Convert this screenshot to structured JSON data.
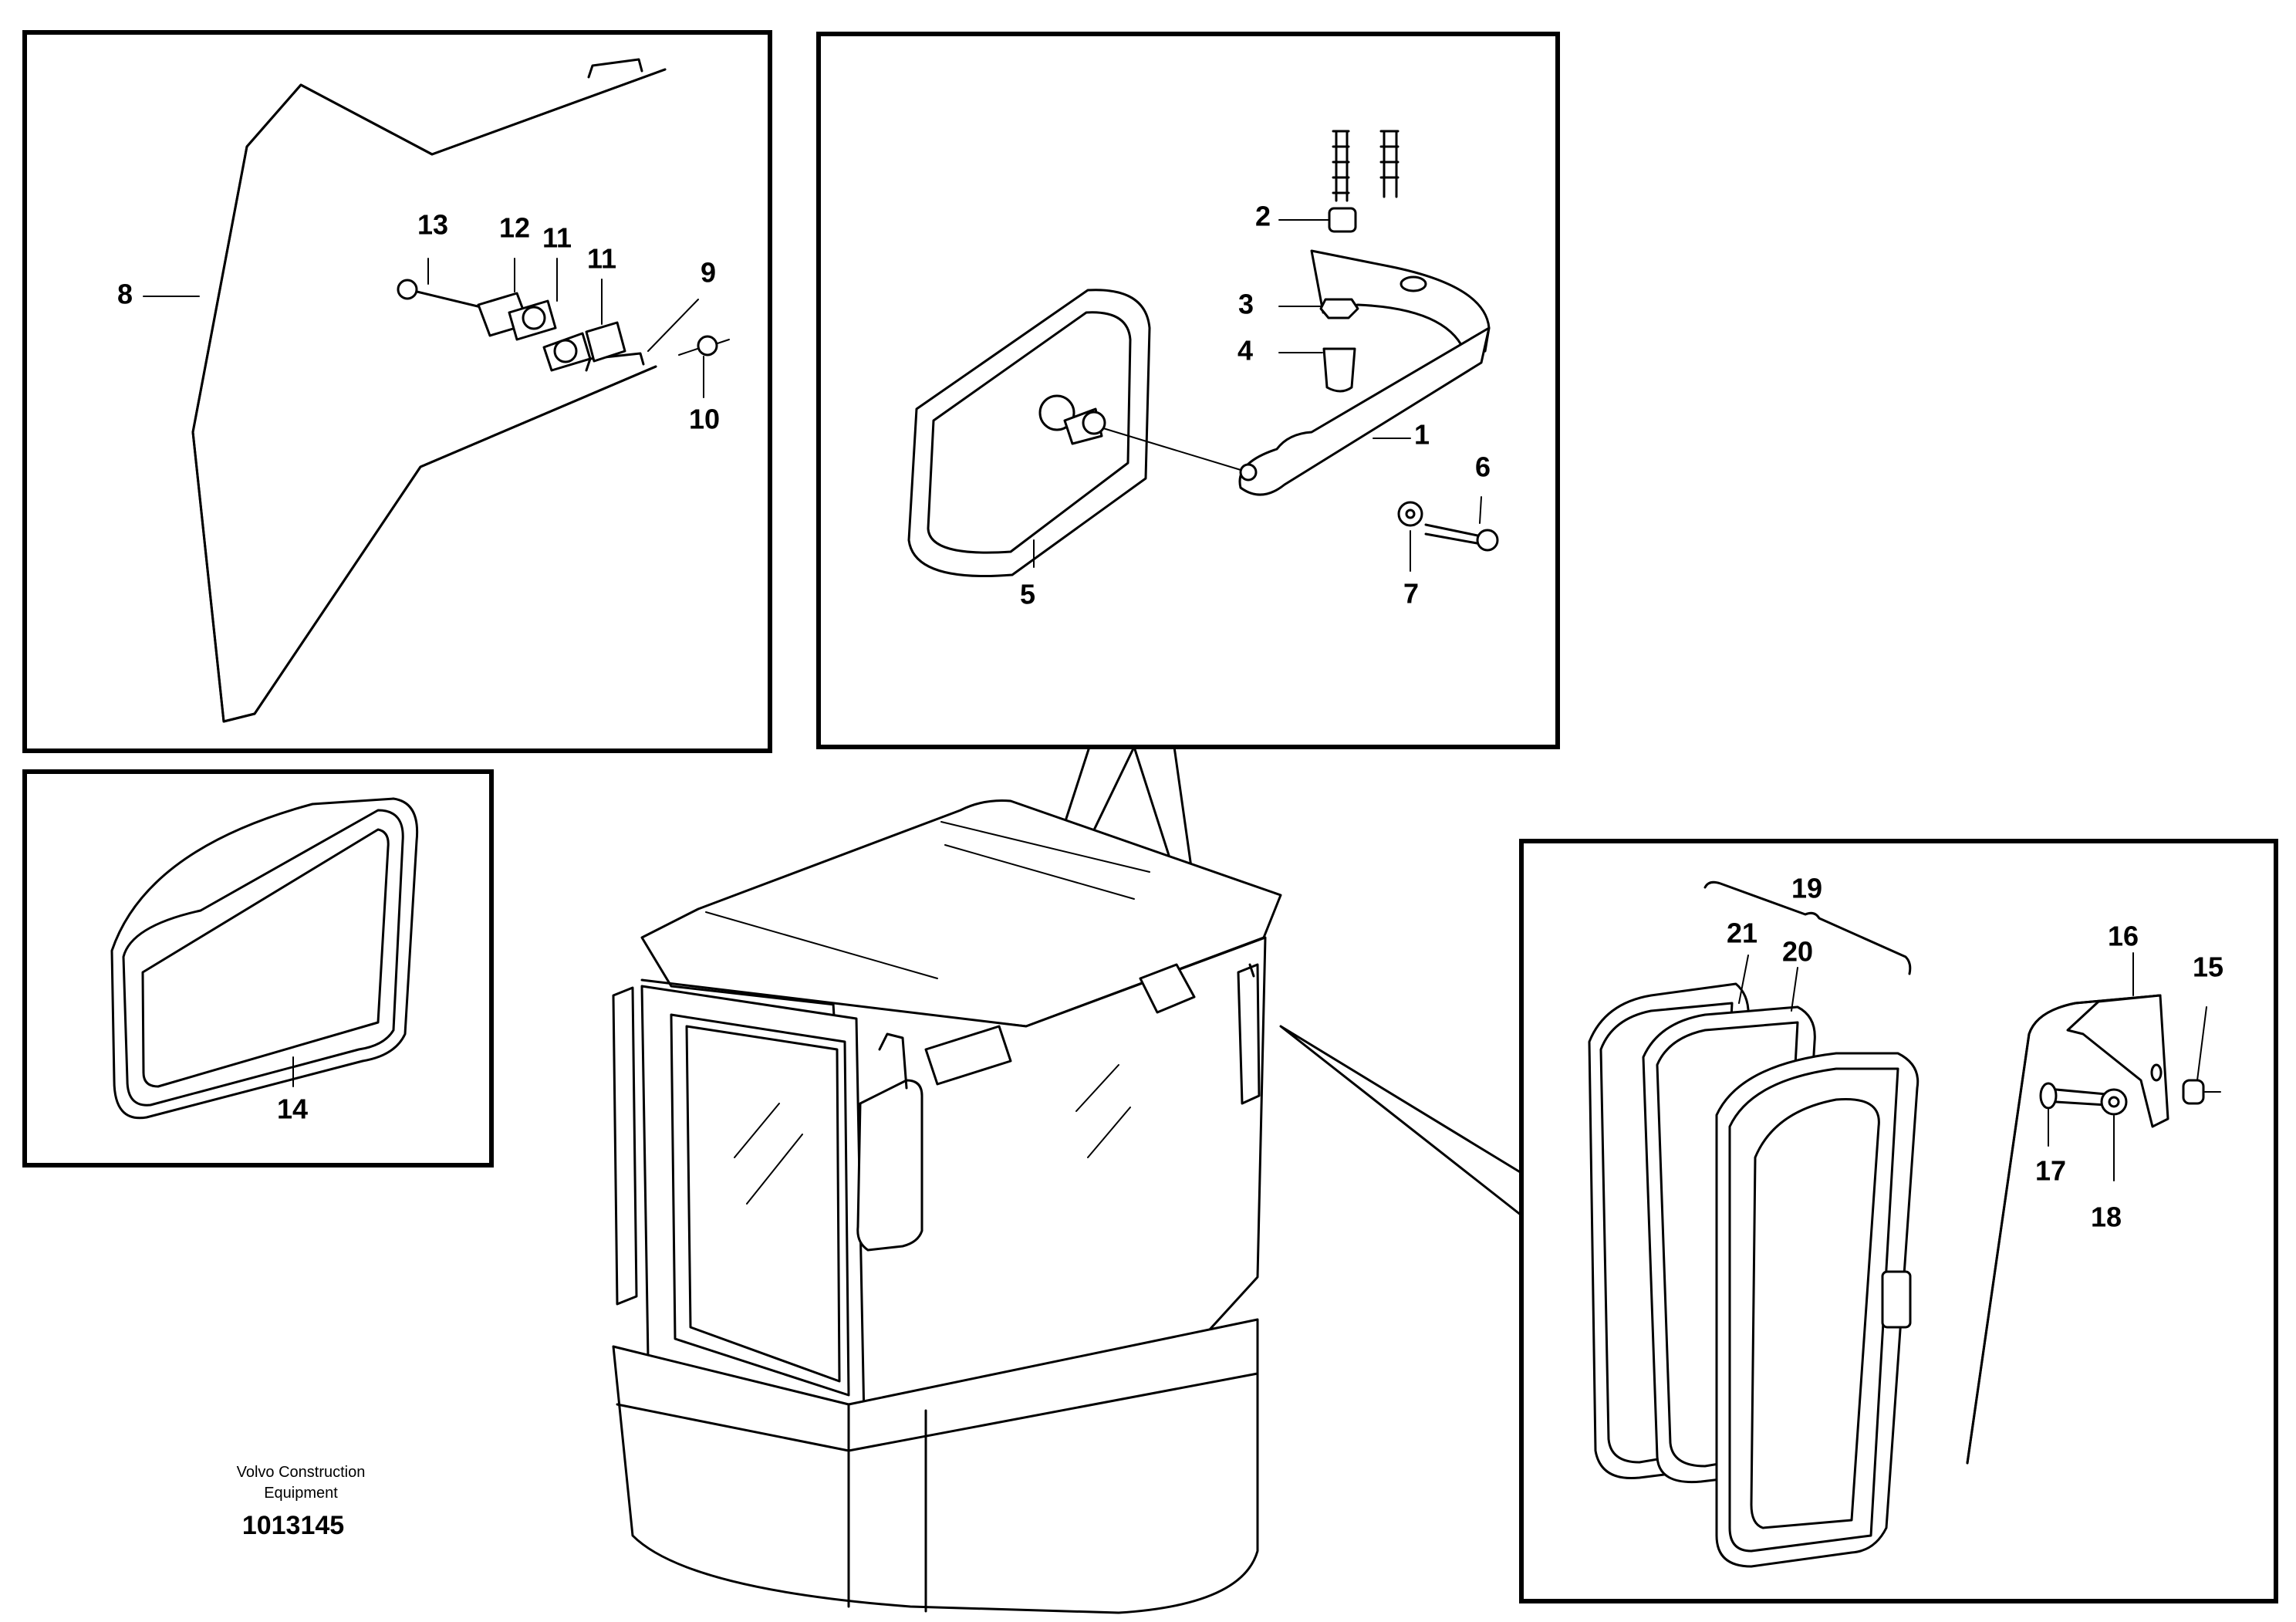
{
  "labels": {
    "p1": "1",
    "p2": "2",
    "p3": "3",
    "p4": "4",
    "p5": "5",
    "p6": "6",
    "p7": "7",
    "p8": "8",
    "p9": "9",
    "p10": "10",
    "p11a": "11",
    "p11b": "11",
    "p12": "12",
    "p13": "13",
    "p14": "14",
    "p15": "15",
    "p16": "16",
    "p17": "17",
    "p18": "18",
    "p19": "19",
    "p20": "20",
    "p21": "21"
  },
  "credit": {
    "line1": "Volvo Construction",
    "line2": "Equipment"
  },
  "document_number": "1013145"
}
